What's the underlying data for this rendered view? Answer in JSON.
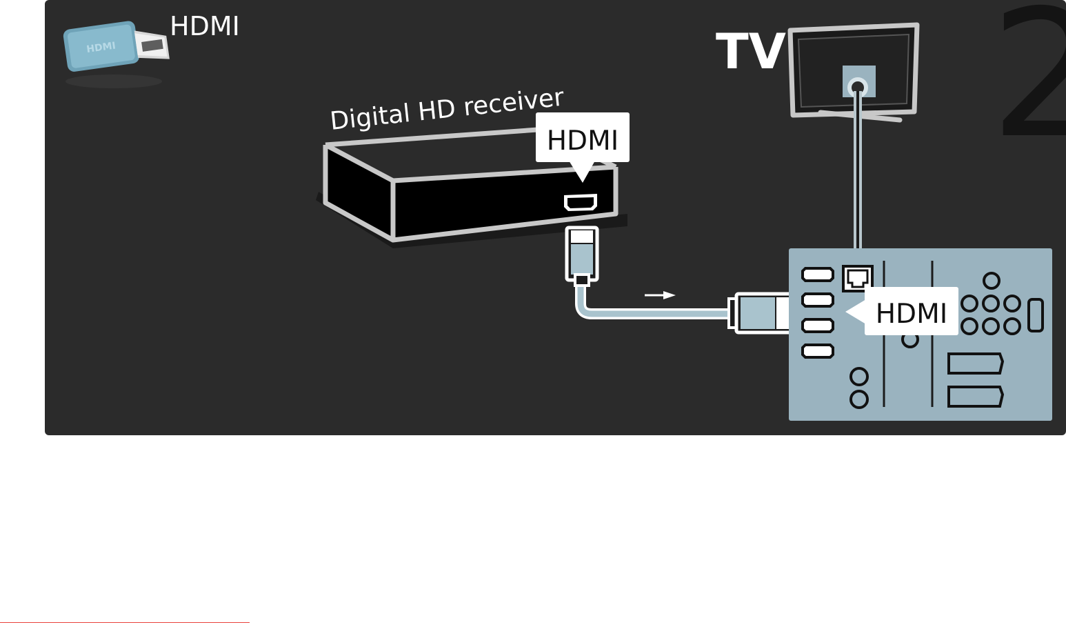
{
  "diagram": {
    "step_number": "2",
    "hdmi_title_label": "HDMI",
    "tv_label": "TV",
    "receiver_label": "Digital HD receiver",
    "receiver_port_callout": "HDMI",
    "tv_port_callout": "HDMI",
    "hdmi_plug_icon_text": "HDMI"
  },
  "colors": {
    "panel_background": "#2b2b2b",
    "port_panel": "#9ab3bf",
    "cable": "#a9c3cd",
    "outline": "#c8c8c8",
    "callout_background": "#ffffff",
    "red_rule": "#e9413b"
  },
  "icons": [
    "hdmi-connector-icon",
    "tv-icon",
    "receiver-box-icon",
    "hdmi-port-icon",
    "network-port-icon",
    "arrow-right-icon"
  ]
}
